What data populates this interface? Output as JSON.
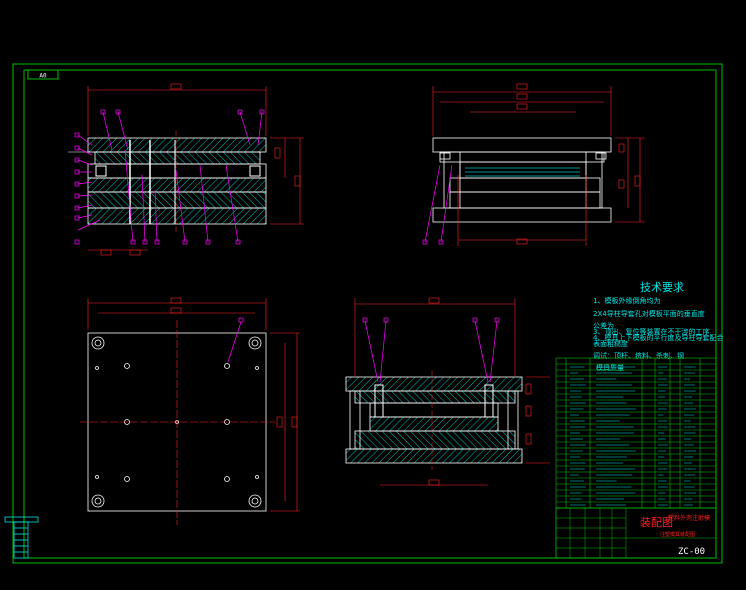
{
  "sheet": {
    "size_tag": "A0",
    "colors": {
      "background": "#000000",
      "border": "#00c000",
      "outline": "#ffffff",
      "dimension": "#ff2020",
      "leader": "#ff00ff",
      "hatch": "#00c0c0",
      "text_cyan": "#00e5e5"
    }
  },
  "technical_requirements": {
    "title": "技术要求",
    "lines": [
      "1、模板外缘倒角均为",
      "2X4导柱导套孔对模板平面的垂直度",
      "公差为",
      "3、顶出、复位等装置在不干涉的工序",
      "4、模具上下模板的平行度及导柱导套配合",
      "表面粗糙度",
      "调试：顶杆、挤料、杀刺、钢"
    ],
    "last_line": "模具质量"
  },
  "title_block": {
    "name": "装配图",
    "subtitle_1": "塑料外壳注射模",
    "subtitle_2": "注塑模具装配图",
    "drawing_no": "ZC-00"
  }
}
